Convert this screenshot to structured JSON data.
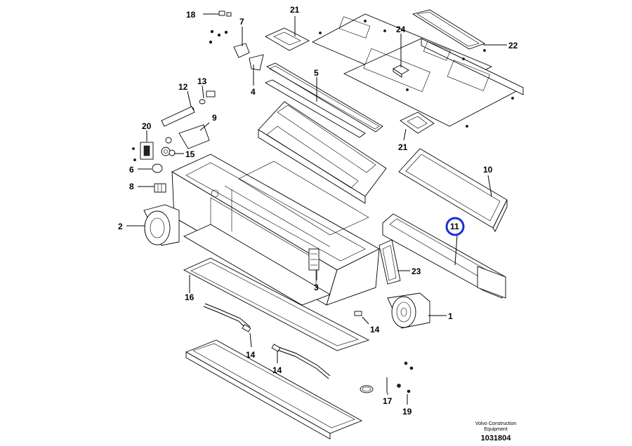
{
  "callouts": [
    {
      "id": "c18",
      "label": "18"
    },
    {
      "id": "c7",
      "label": "7"
    },
    {
      "id": "c21a",
      "label": "21"
    },
    {
      "id": "c24",
      "label": "24"
    },
    {
      "id": "c22",
      "label": "22"
    },
    {
      "id": "c4",
      "label": "4"
    },
    {
      "id": "c5",
      "label": "5"
    },
    {
      "id": "c12",
      "label": "12"
    },
    {
      "id": "c13",
      "label": "13"
    },
    {
      "id": "c9",
      "label": "9"
    },
    {
      "id": "c20",
      "label": "20"
    },
    {
      "id": "c15",
      "label": "15"
    },
    {
      "id": "c21b",
      "label": "21"
    },
    {
      "id": "c6",
      "label": "6"
    },
    {
      "id": "c10",
      "label": "10"
    },
    {
      "id": "c8",
      "label": "8"
    },
    {
      "id": "c11",
      "label": "11"
    },
    {
      "id": "c2",
      "label": "2"
    },
    {
      "id": "c23",
      "label": "23"
    },
    {
      "id": "c3",
      "label": "3"
    },
    {
      "id": "c16",
      "label": "16"
    },
    {
      "id": "c1",
      "label": "1"
    },
    {
      "id": "c14a",
      "label": "14"
    },
    {
      "id": "c14b",
      "label": "14"
    },
    {
      "id": "c14c",
      "label": "14"
    },
    {
      "id": "c17",
      "label": "17"
    },
    {
      "id": "c19",
      "label": "19"
    }
  ],
  "highlight": {
    "label": "11",
    "color": "#1a2fd6"
  },
  "branding": {
    "line1": "Volvo Construction",
    "line2": "Equipment",
    "doc_number": "1031804"
  }
}
